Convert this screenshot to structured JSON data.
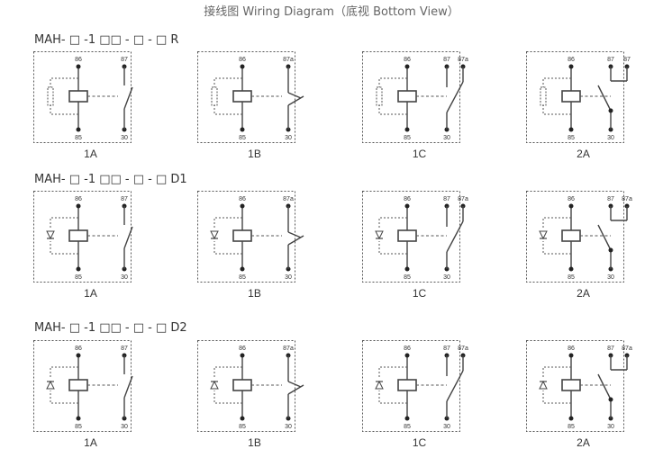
{
  "title": "接线图 Wiring Diagram（底视 Bottom View）",
  "rows": [
    {
      "label": "MAH- □ -1 □□ - □ - □ R",
      "suppression": "resistor",
      "diagrams": [
        {
          "code": "1A",
          "pins": {
            "top_left": "86",
            "top_right": "87",
            "top_right2": "",
            "bottom_left": "85",
            "bottom_right": "30"
          }
        },
        {
          "code": "1B",
          "pins": {
            "top_left": "86",
            "top_right": "87a",
            "top_right2": "",
            "bottom_left": "85",
            "bottom_right": "30"
          }
        },
        {
          "code": "1C",
          "pins": {
            "top_left": "86",
            "top_right": "87",
            "top_right2": "87a",
            "bottom_left": "85",
            "bottom_right": "30"
          }
        },
        {
          "code": "2A",
          "pins": {
            "top_left": "86",
            "top_right": "87",
            "top_right2": "87",
            "bottom_left": "85",
            "bottom_right": "30"
          }
        }
      ]
    },
    {
      "label": "MAH- □ -1 □□ - □ - □ D1",
      "suppression": "diode-down",
      "diagrams": [
        {
          "code": "1A",
          "pins": {
            "top_left": "86",
            "top_right": "87",
            "top_right2": "",
            "bottom_left": "85",
            "bottom_right": "30"
          }
        },
        {
          "code": "1B",
          "pins": {
            "top_left": "86",
            "top_right": "87a",
            "top_right2": "",
            "bottom_left": "85",
            "bottom_right": "30"
          }
        },
        {
          "code": "1C",
          "pins": {
            "top_left": "86",
            "top_right": "87",
            "top_right2": "87a",
            "bottom_left": "85",
            "bottom_right": "30"
          }
        },
        {
          "code": "2A",
          "pins": {
            "top_left": "86",
            "top_right": "87",
            "top_right2": "87a",
            "bottom_left": "85",
            "bottom_right": "30"
          }
        }
      ]
    },
    {
      "label": "MAH- □ -1 □□ - □ - □ D2",
      "suppression": "diode-up",
      "diagrams": [
        {
          "code": "1A",
          "pins": {
            "top_left": "86",
            "top_right": "87",
            "top_right2": "",
            "bottom_left": "85",
            "bottom_right": "30"
          }
        },
        {
          "code": "1B",
          "pins": {
            "top_left": "86",
            "top_right": "87a",
            "top_right2": "",
            "bottom_left": "85",
            "bottom_right": "30"
          }
        },
        {
          "code": "1C",
          "pins": {
            "top_left": "86",
            "top_right": "87",
            "top_right2": "87a",
            "bottom_left": "85",
            "bottom_right": "30"
          }
        },
        {
          "code": "2A",
          "pins": {
            "top_left": "86",
            "top_right": "87",
            "top_right2": "87a",
            "bottom_left": "85",
            "bottom_right": "30"
          }
        }
      ]
    }
  ]
}
